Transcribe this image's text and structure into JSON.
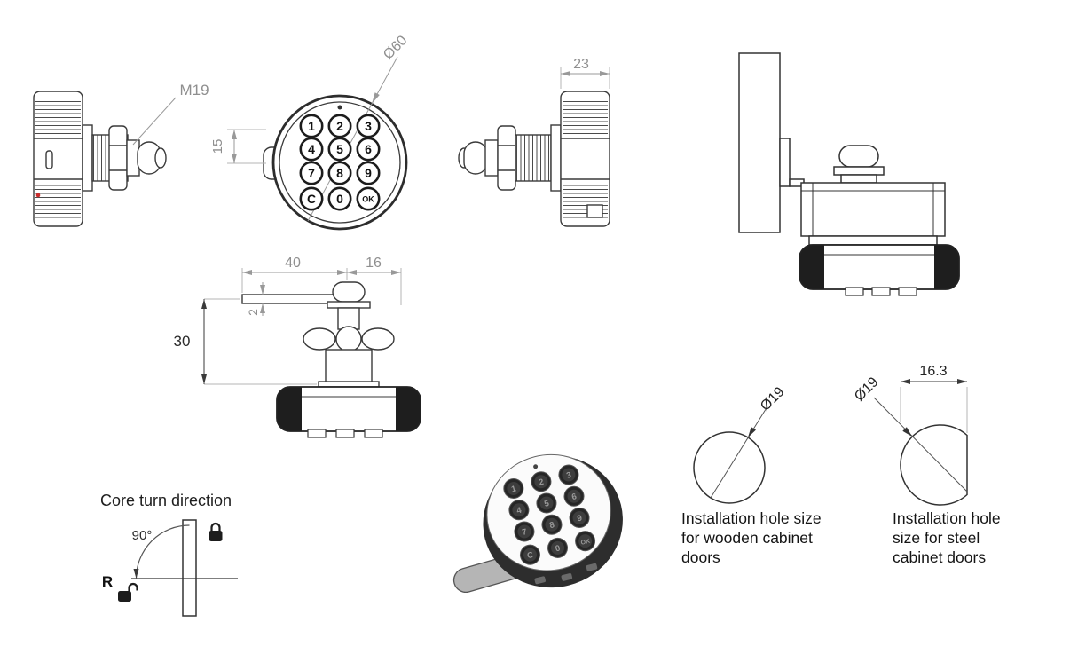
{
  "dimensions": {
    "thread_size": "M19",
    "dial_diameter": "Ø60",
    "dial_offset": "15",
    "body_width": "23",
    "cam_length": "40",
    "cam_overhang": "16",
    "cam_thickness": "2",
    "mount_height": "30",
    "wood_hole_diameter": "Ø19",
    "steel_hole_diameter": "Ø19",
    "steel_flat_width": "16.3"
  },
  "keypad": {
    "keys": [
      "1",
      "2",
      "3",
      "4",
      "5",
      "6",
      "7",
      "8",
      "9",
      "C",
      "0",
      "OK"
    ]
  },
  "core_turn": {
    "title": "Core turn direction",
    "angle_label": "90°",
    "rotation_label": "R"
  },
  "notes": {
    "wooden_hole": [
      "Installation hole size",
      "for wooden cabinet",
      "doors"
    ],
    "steel_hole": [
      "Installation hole",
      "size for steel",
      "cabinet doors"
    ]
  },
  "colors": {
    "led_indicator": "#cc2a2a",
    "line": "#3a3a3a",
    "dim": "#8f8f8f"
  }
}
